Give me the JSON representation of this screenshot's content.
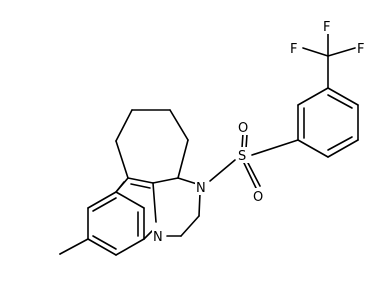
{
  "molecule": {
    "atoms": {
      "n1": "N",
      "n2": "N",
      "s": "S",
      "o_top": "O",
      "o_bottom": "O",
      "f_left": "F",
      "f_top": "F",
      "f_right": "F"
    }
  }
}
